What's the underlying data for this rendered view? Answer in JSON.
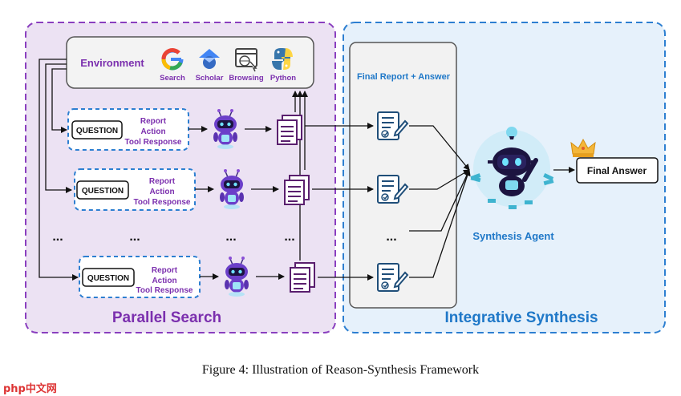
{
  "environment": {
    "label": "Environment",
    "tools": [
      {
        "label": "Search",
        "icon": "google-icon"
      },
      {
        "label": "Scholar",
        "icon": "scholar-icon"
      },
      {
        "label": "Browsing",
        "icon": "browsing-icon"
      },
      {
        "label": "Python",
        "icon": "python-icon"
      }
    ]
  },
  "search_rows": [
    {
      "question": "QUESTION",
      "lines": [
        "Report",
        "Action",
        "Tool Response"
      ]
    },
    {
      "question": "QUESTION",
      "lines": [
        "Report",
        "Action",
        "Tool Response"
      ]
    },
    {
      "question": "QUESTION",
      "lines": [
        "Report",
        "Action",
        "Tool Response"
      ]
    }
  ],
  "ellipsis": "...",
  "parallel_search_label": "Parallel Search",
  "final_report_label": "Final Report + Answer",
  "synthesis_agent_label": "Synthesis Agent",
  "final_answer_label": "Final Answer",
  "integrative_synthesis_label": "Integrative Synthesis",
  "caption": "Figure 4: Illustration of Reason-Synthesis Framework",
  "watermark": "php中文网",
  "colors": {
    "purple_bg": "#ece2f3",
    "purple_border": "#8a3fbf",
    "purple_text": "#7b2fae",
    "blue_bg": "#e6f1fb",
    "blue_border": "#2d7fd1",
    "blue_text": "#1f78c8",
    "doc_color": "#5a1f6e",
    "report_color": "#1f4e79"
  }
}
